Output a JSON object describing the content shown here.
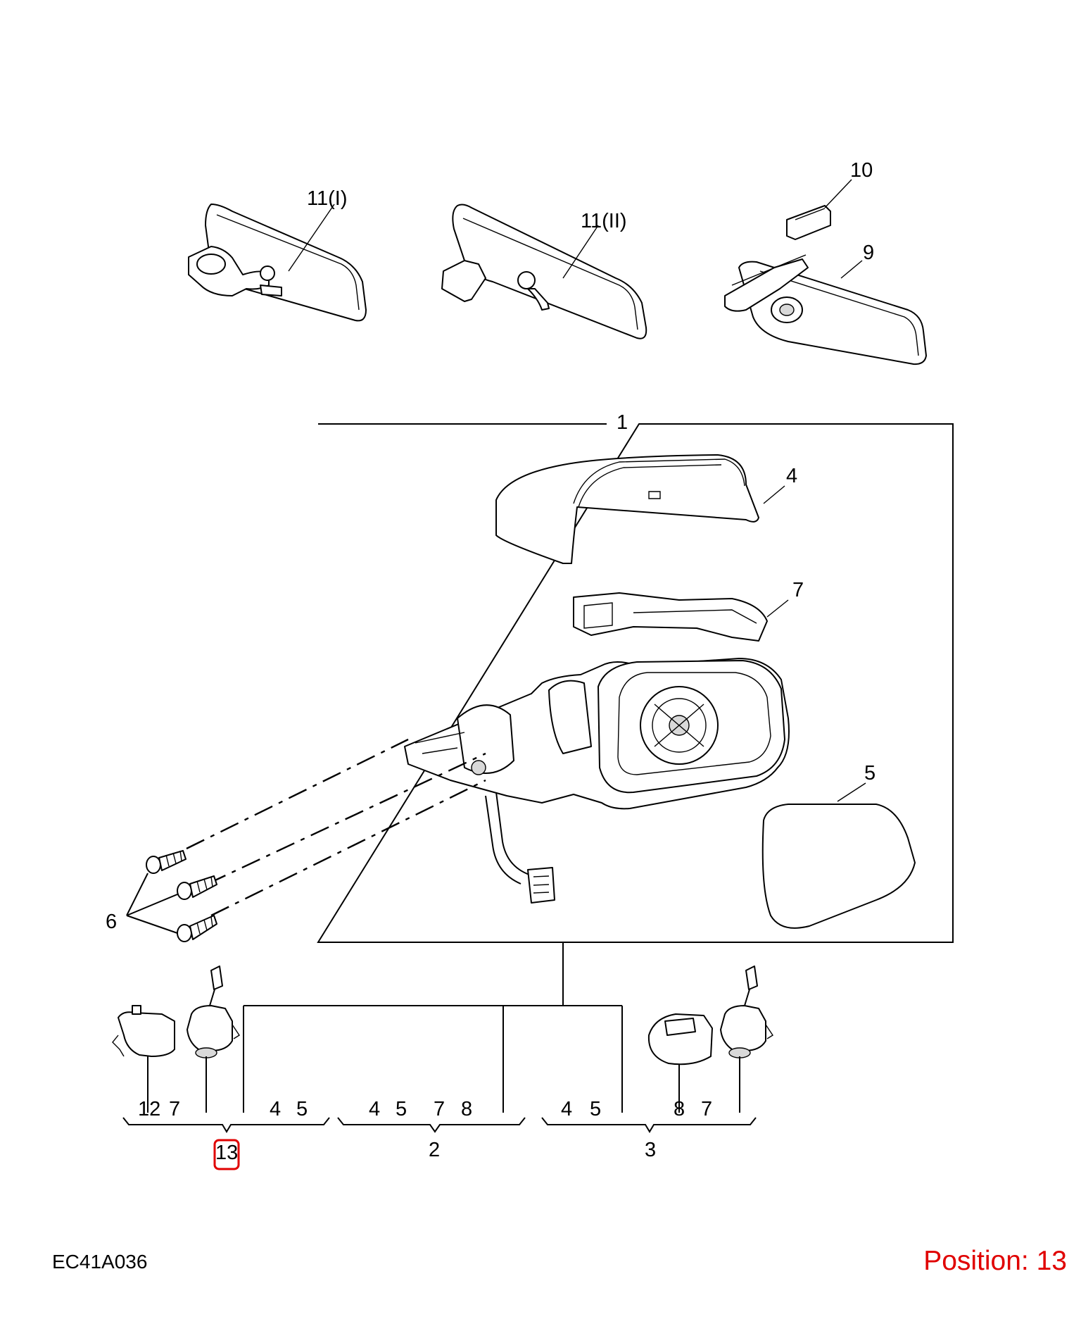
{
  "drawing_code": "EC41A036",
  "position_label": "Position: 13",
  "highlight_color": "#e00000",
  "callouts": {
    "c11i": "11(I)",
    "c11ii": "11(II)",
    "c10": "10",
    "c9": "9",
    "c1": "1",
    "c4": "4",
    "c7": "7",
    "c5": "5",
    "c6": "6",
    "g13_12": "12",
    "g13_7": "7",
    "g13_4": "4",
    "g13_5": "5",
    "g2_4": "4",
    "g2_5": "5",
    "g2_7": "7",
    "g2_8": "8",
    "g3_4": "4",
    "g3_5": "5",
    "g3_8": "8",
    "g3_7": "7",
    "c13": "13",
    "c2": "2",
    "c3": "3"
  }
}
